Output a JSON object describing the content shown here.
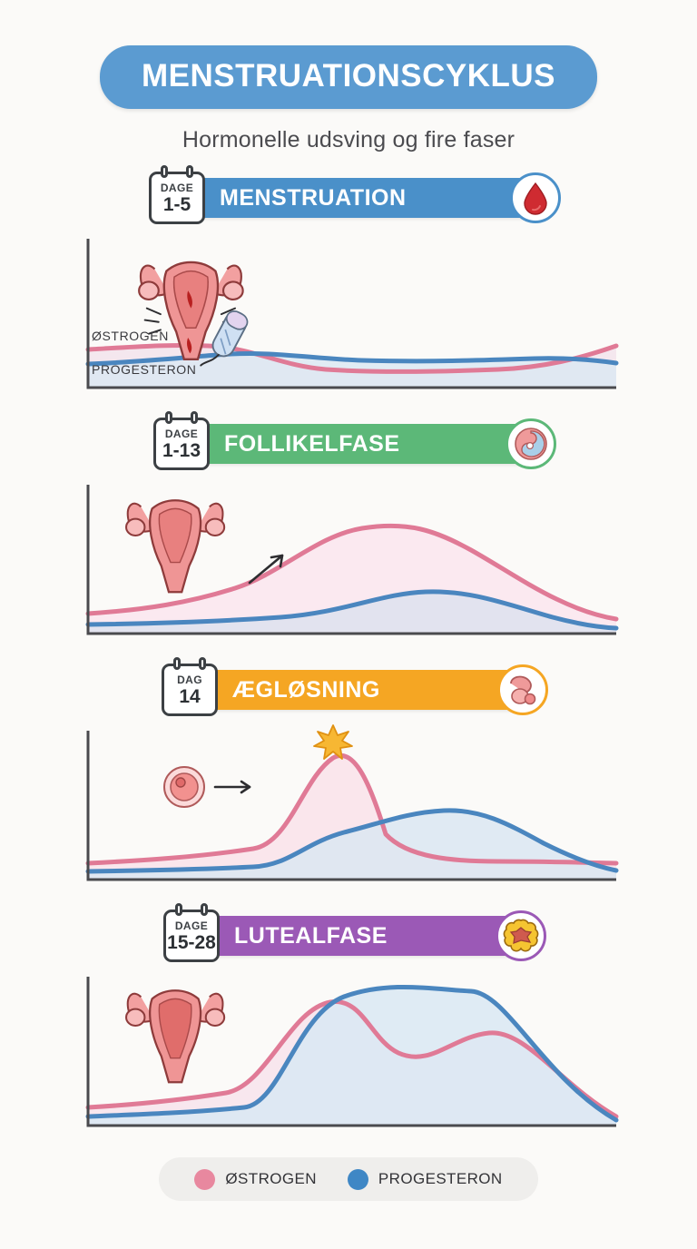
{
  "header": {
    "title": "MENSTRUATIONSCYKLUS",
    "subtitle": "Hormonelle udsving og fire faser"
  },
  "colors": {
    "title_pill": "#5b9bd1",
    "background": "#fbfaf8",
    "estrogen": "#e07a96",
    "progesterone": "#4a86bf",
    "menstruation": "#4a90c9",
    "follicular": "#5cb878",
    "ovulation": "#f5a623",
    "luteal": "#9b59b6"
  },
  "phases": [
    {
      "id": "menstruation",
      "calendar_word": "DAGE",
      "calendar_days": "1-5",
      "label": "MENSTRUATION",
      "bar_color": "#4a90c9",
      "icon": "blood-drop-icon",
      "illustration": "uterus-with-tampon-illustration",
      "curve_labels": [
        "ØSTROGEN",
        "PROGESTERON"
      ]
    },
    {
      "id": "follicular",
      "calendar_word": "DAGE",
      "calendar_days": "1-13",
      "label": "FOLLIKELFASE",
      "bar_color": "#5cb878",
      "icon": "follicle-icon",
      "illustration": "uterus-illustration",
      "curve_labels": []
    },
    {
      "id": "ovulation",
      "calendar_word": "DAG",
      "calendar_days": "14",
      "label": "ÆGLØSNING",
      "bar_color": "#f5a623",
      "icon": "ovary-release-icon",
      "illustration": "egg-cell-illustration",
      "curve_labels": []
    },
    {
      "id": "luteal",
      "calendar_word": "DAGE",
      "calendar_days": "15-28",
      "label": "LUTEALFASE",
      "bar_color": "#9b59b6",
      "icon": "corpus-luteum-icon",
      "illustration": "uterus-illustration",
      "curve_labels": []
    }
  ],
  "legend": {
    "items": [
      {
        "label": "ØSTROGEN",
        "color": "#e8889f"
      },
      {
        "label": "PROGESTERON",
        "color": "#3f87c5"
      }
    ]
  },
  "chart_data": [
    {
      "type": "area",
      "title": "MENSTRUATION",
      "xlabel": "",
      "ylabel": "",
      "ylim": [
        0,
        100
      ],
      "x": [
        0,
        10,
        20,
        30,
        40,
        50,
        60,
        70,
        80,
        90,
        100
      ],
      "series": [
        {
          "name": "ØSTROGEN",
          "color": "#e07a96",
          "values": [
            15,
            16,
            17,
            18,
            15,
            9,
            8,
            8,
            8,
            10,
            18
          ]
        },
        {
          "name": "PROGESTERON",
          "color": "#4a86bf",
          "values": [
            8,
            9,
            11,
            13,
            14,
            13,
            13,
            14,
            14,
            12,
            13
          ]
        }
      ]
    },
    {
      "type": "area",
      "title": "FOLLIKELFASE",
      "xlabel": "",
      "ylabel": "",
      "ylim": [
        0,
        100
      ],
      "x": [
        0,
        10,
        20,
        30,
        40,
        50,
        60,
        70,
        80,
        90,
        100
      ],
      "series": [
        {
          "name": "ØSTROGEN",
          "color": "#e07a96",
          "values": [
            14,
            16,
            20,
            28,
            44,
            60,
            70,
            72,
            64,
            40,
            18
          ]
        },
        {
          "name": "PROGESTERON",
          "color": "#4a86bf",
          "values": [
            8,
            8,
            9,
            10,
            12,
            16,
            22,
            28,
            28,
            20,
            11
          ]
        }
      ]
    },
    {
      "type": "area",
      "title": "ÆGLØSNING",
      "xlabel": "",
      "ylabel": "",
      "ylim": [
        0,
        100
      ],
      "x": [
        0,
        10,
        20,
        30,
        40,
        50,
        60,
        70,
        80,
        90,
        100
      ],
      "series": [
        {
          "name": "ØSTROGEN",
          "color": "#e07a96",
          "values": [
            14,
            15,
            17,
            22,
            45,
            86,
            40,
            20,
            18,
            15,
            13
          ]
        },
        {
          "name": "PROGESTERON",
          "color": "#4a86bf",
          "values": [
            8,
            8,
            9,
            11,
            16,
            28,
            46,
            56,
            54,
            34,
            10
          ]
        }
      ]
    },
    {
      "type": "area",
      "title": "LUTEALFASE",
      "xlabel": "",
      "ylabel": "",
      "ylim": [
        0,
        100
      ],
      "x": [
        0,
        10,
        20,
        30,
        40,
        50,
        60,
        70,
        80,
        90,
        100
      ],
      "series": [
        {
          "name": "ØSTROGEN",
          "color": "#e07a96",
          "values": [
            14,
            16,
            20,
            30,
            62,
            74,
            48,
            52,
            58,
            30,
            12
          ]
        },
        {
          "name": "PROGESTERON",
          "color": "#4a86bf",
          "values": [
            8,
            9,
            10,
            12,
            18,
            48,
            80,
            84,
            84,
            42,
            8
          ]
        }
      ]
    }
  ]
}
